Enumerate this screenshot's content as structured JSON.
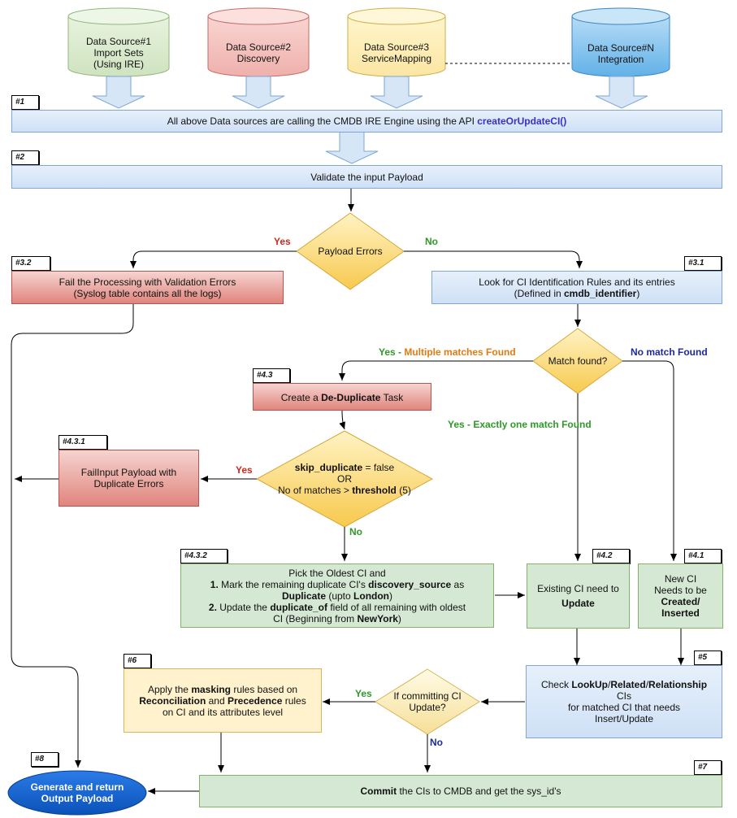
{
  "sources": [
    {
      "line1": "Data Source#1",
      "line2": "Import Sets",
      "line3": "(Using IRE)"
    },
    {
      "line1": "Data Source#2",
      "line2": "Discovery"
    },
    {
      "line1": "Data Source#3",
      "line2": "ServiceMapping"
    },
    {
      "line1": "Data Source#N",
      "line2": "Integration"
    }
  ],
  "steps": {
    "s1": {
      "tag": "#1",
      "text": "All above Data sources are calling the CMDB IRE Engine using the API ",
      "api": "createOrUpdateCI()"
    },
    "s2": {
      "tag": "#2",
      "text": "Validate the input Payload"
    },
    "payload_errors": "Payload Errors",
    "s3_2": {
      "tag": "#3.2",
      "line1": "Fail the Processing with Validation Errors",
      "line2": "(Syslog table contains all the logs)"
    },
    "s3_1": {
      "tag": "#3.1",
      "line1": "Look for CI Identification Rules and its entries",
      "line2_pre": "(Defined in ",
      "line2_bold": "cmdb_identifier",
      "line2_post": ")"
    },
    "match_found": "Match found?",
    "s4_3": {
      "tag": "#4.3",
      "pre": "Create a ",
      "bold": "De-Duplicate",
      "post": " Task"
    },
    "s4_3_1": {
      "tag": "#4.3.1",
      "line1": "FailInput Payload with",
      "line2": "Duplicate Errors"
    },
    "skip": {
      "l1_bold": "skip_duplicate",
      "l1_rest": " = false",
      "l2": "OR",
      "l3_pre": "No of matches > ",
      "l3_bold": "threshold",
      "l3_post": " (5)"
    },
    "s4_3_2": {
      "tag": "#4.3.2",
      "l1": "Pick the Oldest CI and",
      "l2_num": "1.",
      "l2_a": " Mark the remaining duplicate CI's ",
      "l2_b": "discovery_source",
      "l2_c": " as",
      "l3_a": "Duplicate",
      "l3_b": " (upto ",
      "l3_c": "London",
      "l3_d": ")",
      "l4_num": "2.",
      "l4_a": " Update the ",
      "l4_b": "duplicate_of",
      "l4_c": " field of all remaining with oldest",
      "l5_a": "CI (Beginning from ",
      "l5_b": "NewYork",
      "l5_c": ")"
    },
    "s4_2": {
      "tag": "#4.2",
      "line1": "Existing CI need to",
      "line2": "Update"
    },
    "s4_1": {
      "tag": "#4.1",
      "line1": "New CI",
      "line2": "Needs to be",
      "line3": "Created/",
      "line4": "Inserted"
    },
    "s5": {
      "tag": "#5",
      "l1_a": "Check ",
      "l1_b": "LookUp",
      "l1_c": "/",
      "l1_d": "Related",
      "l1_e": "/",
      "l1_f": "Relationship",
      "l2": "CIs",
      "l3": "for matched CI that needs",
      "l4": "Insert/Update"
    },
    "committing": {
      "line1": "If committing CI",
      "line2": "Update?"
    },
    "s6": {
      "tag": "#6",
      "l1_a": "Apply the ",
      "l1_b": "masking",
      "l1_c": " rules based on",
      "l2_a": "Reconciliation",
      "l2_b": " and ",
      "l2_c": "Precedence",
      "l2_d": " rules",
      "l3": "on CI and its attributes level"
    },
    "s7": {
      "tag": "#7",
      "bold": "Commit",
      "rest": " the CIs to CMDB and get the sys_id's"
    },
    "s8": {
      "tag": "#8",
      "line1": "Generate and return",
      "line2": "Output Payload"
    }
  },
  "edge_labels": {
    "yes": "Yes",
    "no": "No",
    "yes_multiple_a": "Yes - ",
    "yes_multiple_b": "Multiple matches Found",
    "no_match": "No match Found",
    "yes_exactly_one": "Yes - Exactly one match Found"
  },
  "colors": {
    "blue": "#dae8fc",
    "red": "#e0857d",
    "green": "#d5e8d4",
    "yellow": "#fff2cc",
    "diamond": "#fbd971",
    "ellipse": "#0b5fd1"
  }
}
